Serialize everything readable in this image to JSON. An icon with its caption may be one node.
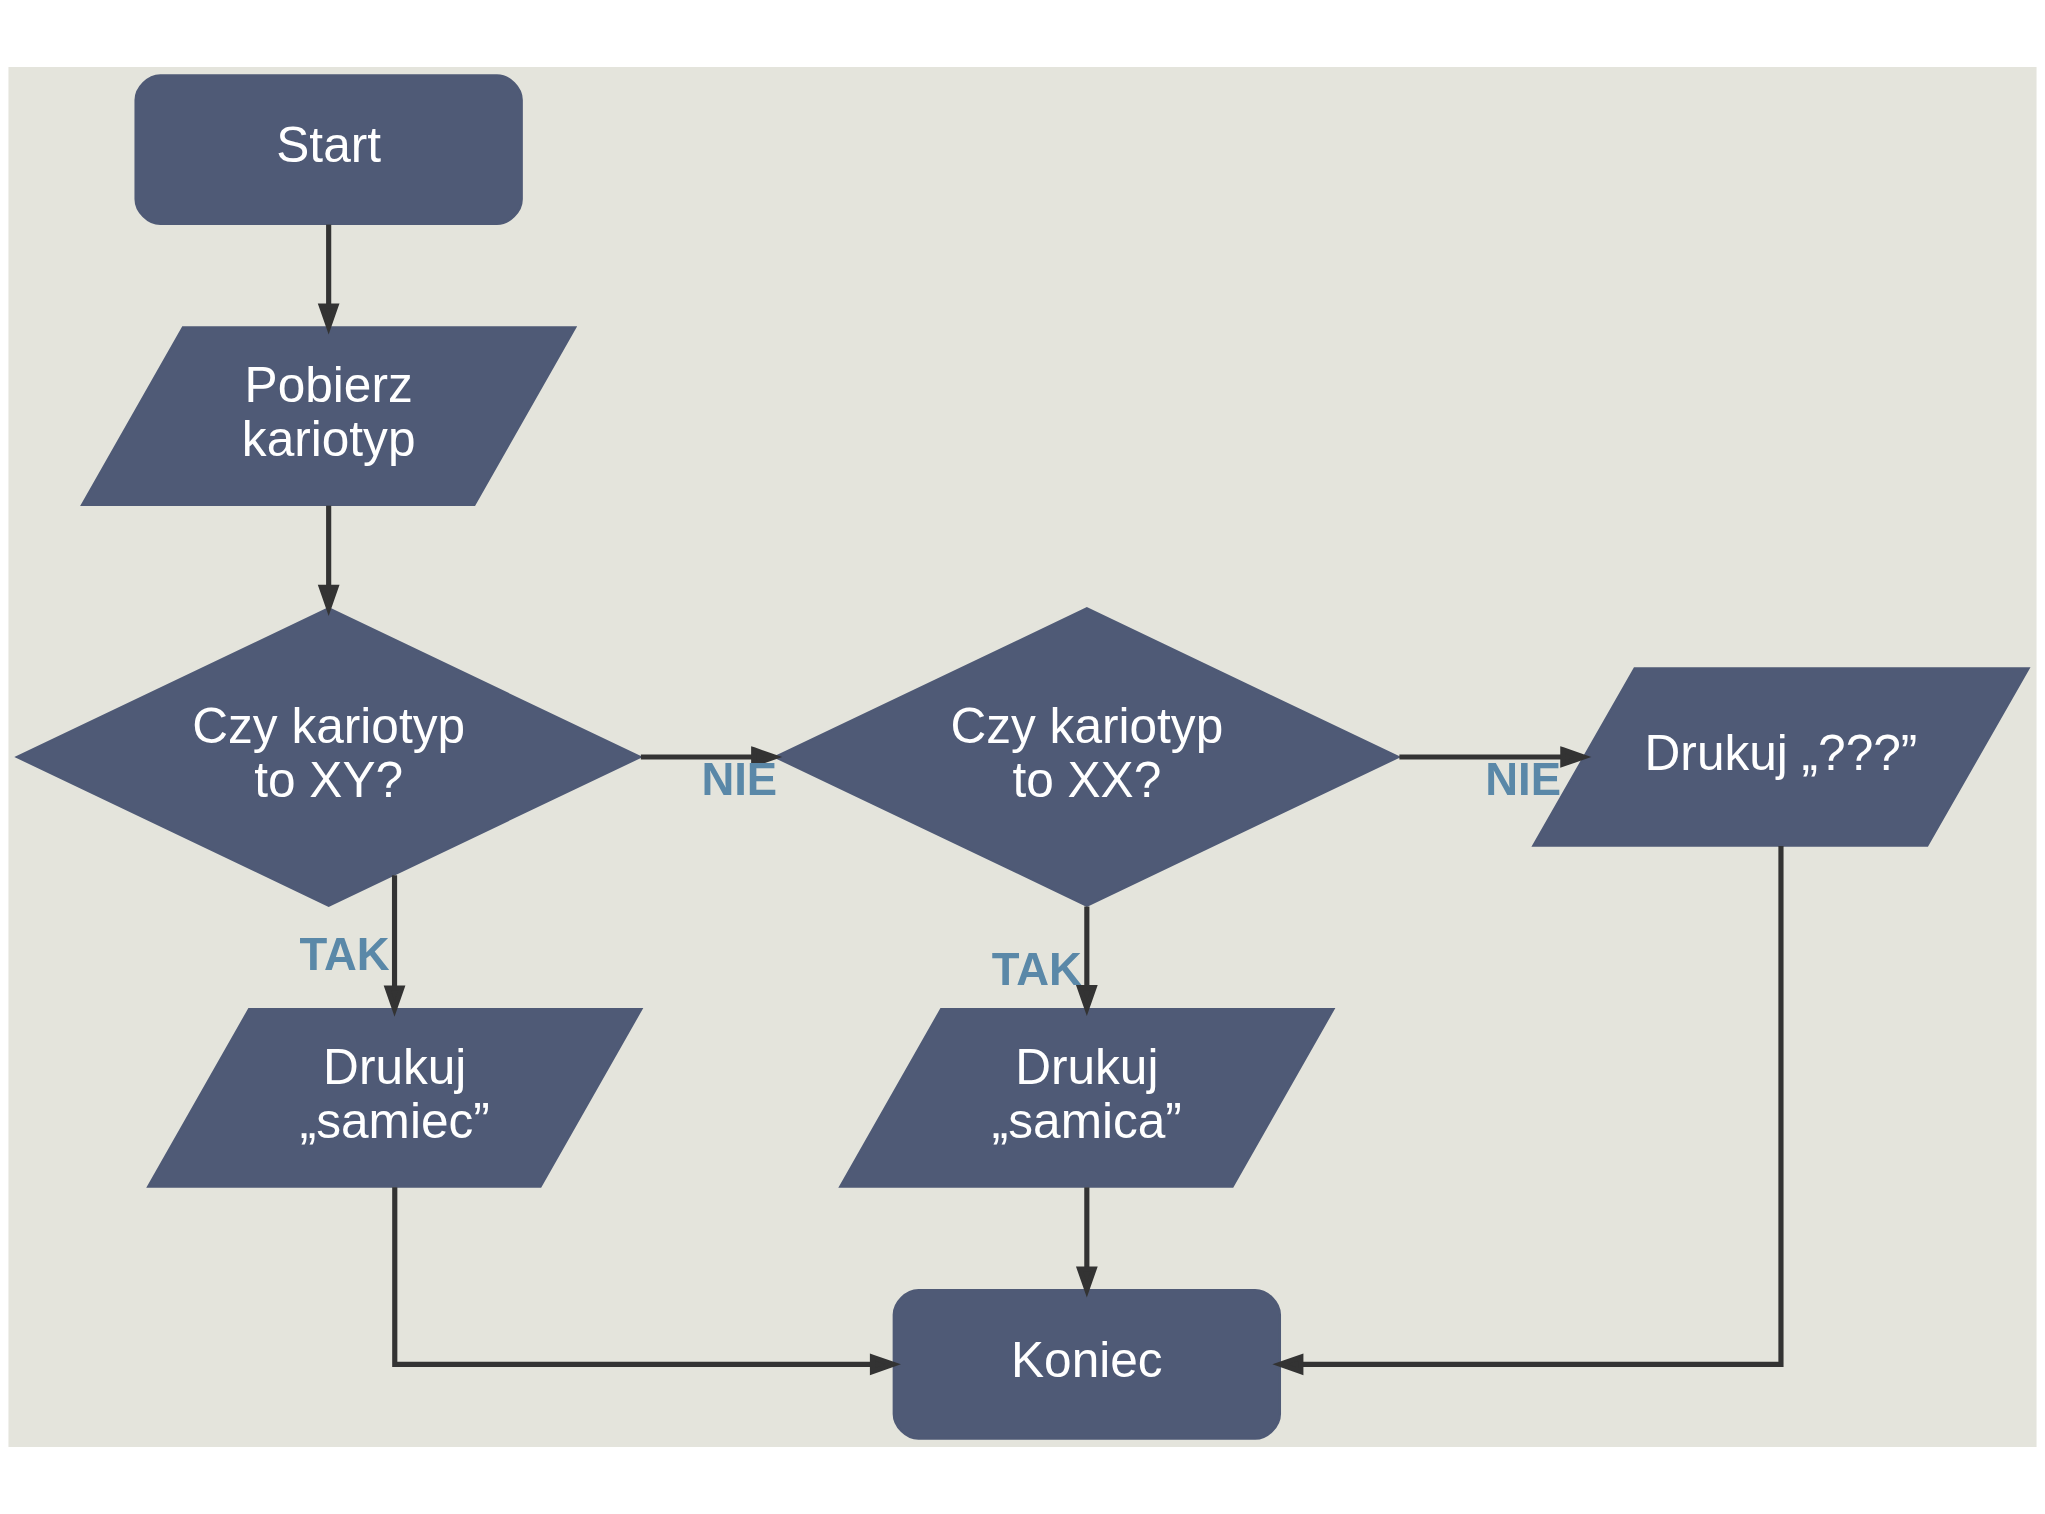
{
  "diagram": {
    "nodes": [
      {
        "text": [
          "Start"
        ]
      },
      {
        "text": [
          "Pobierz kariotyp"
        ]
      },
      {
        "text": [
          "Czy kariotyp to XY?"
        ]
      },
      {
        "text": [
          "Czy kariotyp to XX?"
        ]
      },
      {
        "text": [
          "Drukuj „???”"
        ]
      },
      {
        "text": [
          "Drukuj „samica”"
        ]
      },
      {
        "text": [
          "Drukuj „samiec”"
        ]
      },
      {
        "text": [
          "Koniec"
        ]
      }
    ],
    "edges": [
      {
        "from": 0,
        "to": 1,
        "arrow": "to"
      },
      {
        "from": 1,
        "to": 2,
        "arrow": "to"
      },
      {
        "from": 2,
        "to": 3,
        "arrow": "to",
        "label": "NIE"
      },
      {
        "from": 3,
        "to": 4,
        "arrow": "to",
        "label": "NIE"
      },
      {
        "from": 3,
        "to": 5,
        "arrow": "to",
        "label": "TAK"
      },
      {
        "from": 2,
        "to": 6,
        "arrow": "to",
        "label": "TAK"
      },
      {
        "from": 5,
        "to": 7,
        "arrow": "to"
      },
      {
        "from": 6,
        "to": 7,
        "arrow": "to"
      },
      {
        "from": 4,
        "to": 7,
        "arrow": "to"
      }
    ]
  }
}
